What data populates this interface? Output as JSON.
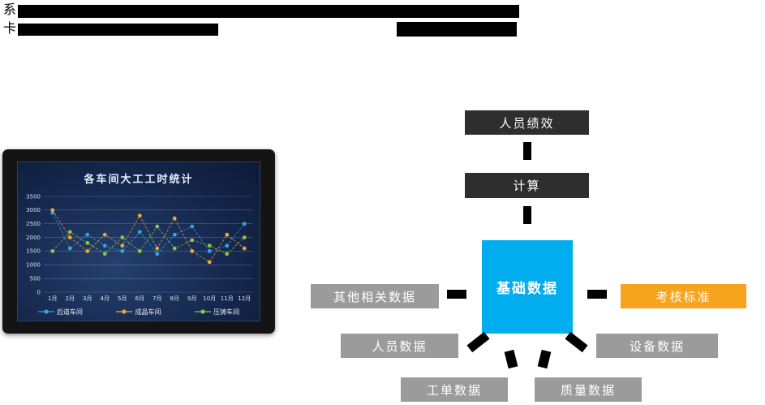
{
  "header": {
    "line1_text": "系",
    "line2_text": "卡"
  },
  "diagram": {
    "performance": "人员绩效",
    "calculate": "计算",
    "base_data": "基础数据",
    "other_data": "其他相关数据",
    "assessment_standard": "考核标准",
    "personnel_data": "人员数据",
    "equipment_data": "设备数据",
    "workorder_data": "工单数据",
    "quality_data": "质量数据"
  },
  "colors": {
    "dark_box": "#2e2e2e",
    "gray_box": "#9b9b9b",
    "blue_box": "#00aeef",
    "orange_box": "#f6a41d",
    "arrow": "#000000",
    "screen_bg": "#16284e",
    "series_blue": "#2fa8dc",
    "series_orange": "#f2a33a",
    "series_green": "#8dc63f"
  },
  "chart_data": {
    "type": "line",
    "title": "各车间大工工时统计",
    "x": [
      "1月",
      "2月",
      "3月",
      "4月",
      "5月",
      "6月",
      "7月",
      "8月",
      "9月",
      "10月",
      "11月",
      "12月"
    ],
    "series": [
      {
        "name": "后道车间",
        "color": "#2fa8dc",
        "values": [
          2900,
          1600,
          2100,
          1700,
          1500,
          2200,
          1400,
          2100,
          2400,
          1500,
          1700,
          2500
        ]
      },
      {
        "name": "成品车间",
        "color": "#f2a33a",
        "values": [
          3000,
          2000,
          1500,
          2100,
          1700,
          2800,
          1600,
          2700,
          1500,
          1100,
          2100,
          1600
        ]
      },
      {
        "name": "压铸车间",
        "color": "#8dc63f",
        "values": [
          1500,
          2200,
          1800,
          1400,
          2000,
          1500,
          2400,
          1600,
          1900,
          1700,
          1400,
          2000
        ]
      }
    ],
    "ylim": [
      0,
      3500
    ],
    "yticks": [
      0,
      500,
      1000,
      1500,
      2000,
      2500,
      3000,
      3500
    ],
    "grid": true,
    "legend_position": "bottom"
  }
}
